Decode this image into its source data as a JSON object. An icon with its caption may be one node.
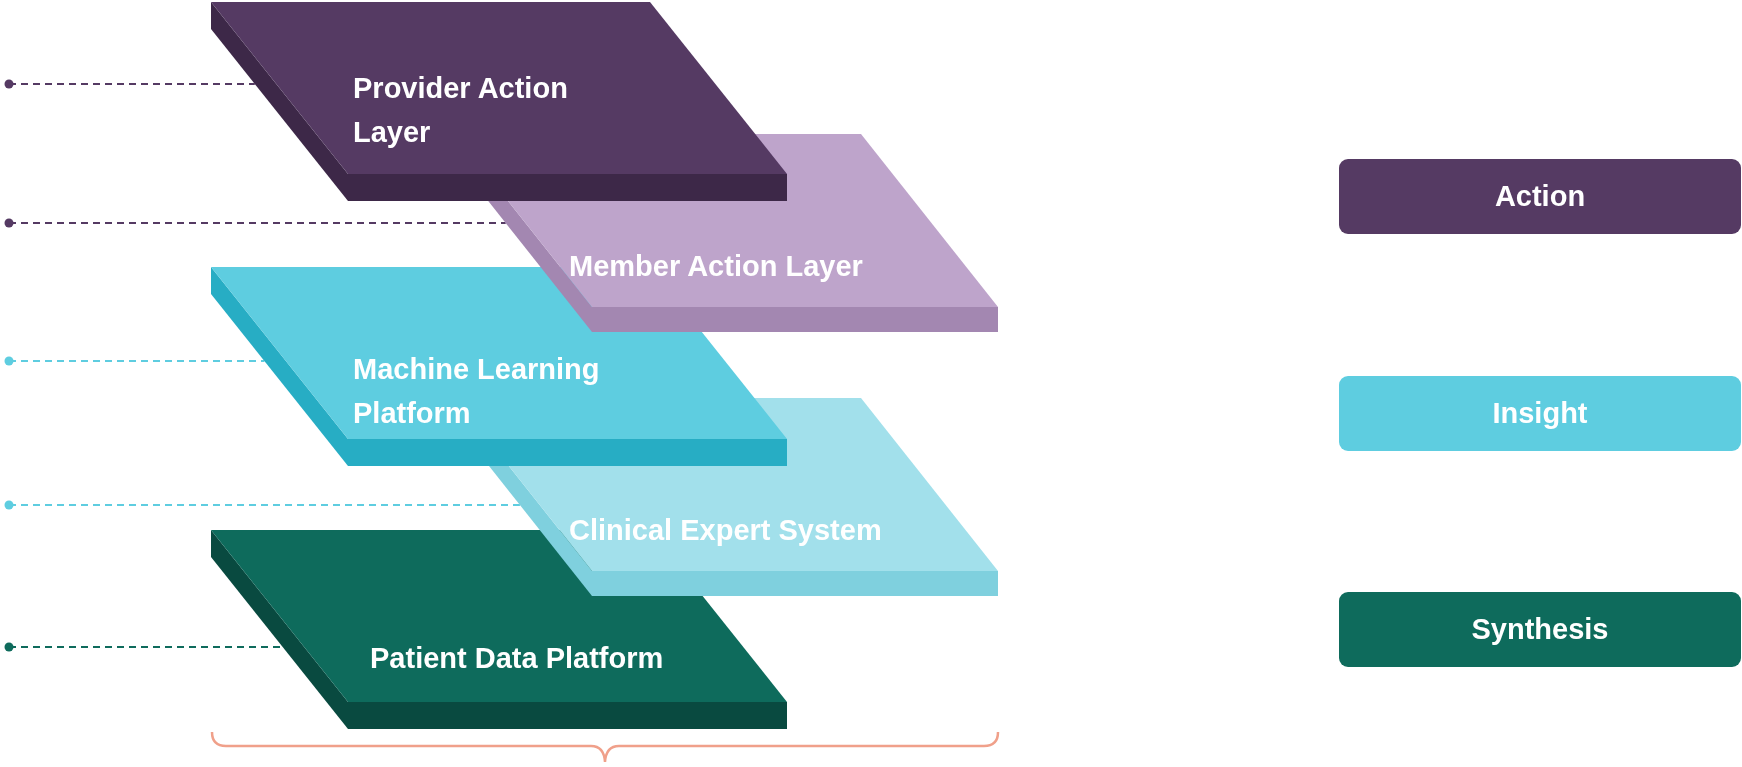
{
  "diagram": {
    "nodes": [
      {
        "text": [
          "Provider Action Layer"
        ]
      },
      {
        "text": [
          "Member Action Layer"
        ]
      },
      {
        "text": [
          "Machine Learning Platform"
        ]
      },
      {
        "text": [
          "Clinical Expert System"
        ]
      },
      {
        "text": [
          "Patient Data Platform"
        ]
      }
    ],
    "edges": [
      {
        "from": null,
        "to": 0,
        "arrow": "other",
        "style": "dashed",
        "color": "#553a63"
      },
      {
        "from": null,
        "to": 1,
        "arrow": "other",
        "style": "dashed",
        "color": "#553a63"
      },
      {
        "from": null,
        "to": 2,
        "arrow": "other",
        "style": "dashed",
        "color": "#5ecde0"
      },
      {
        "from": null,
        "to": 3,
        "arrow": "other",
        "style": "dashed",
        "color": "#5ecde0"
      },
      {
        "from": null,
        "to": 4,
        "arrow": "other",
        "style": "dashed",
        "color": "#0e6b5c"
      }
    ],
    "legend": [
      {
        "text": "Action",
        "color": "#553a63"
      },
      {
        "text": "Insight",
        "color": "#5ecde0"
      },
      {
        "text": "Synthesis",
        "color": "#0e6b5c"
      }
    ]
  }
}
